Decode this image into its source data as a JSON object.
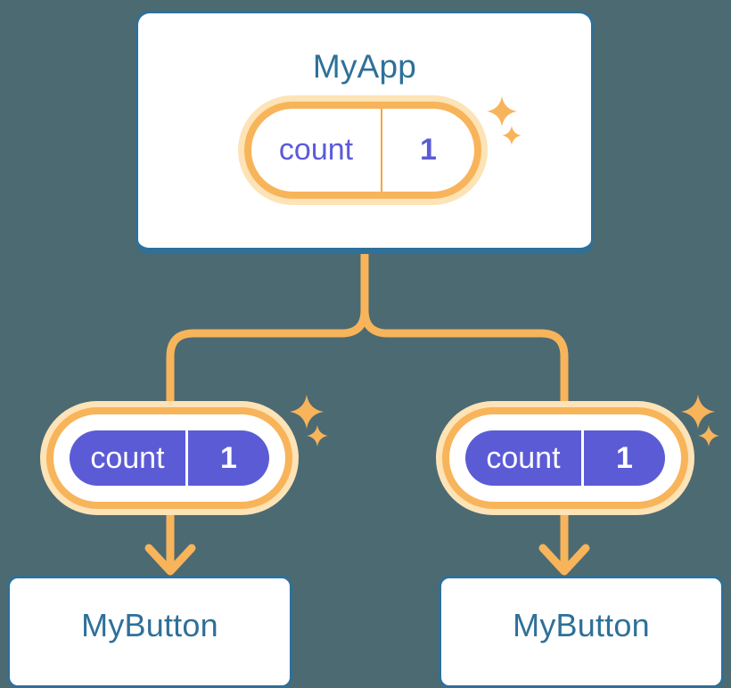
{
  "background_color": "#4c6a72",
  "palette": {
    "card_border_blue": "#2e7099",
    "card_fill": "#ffffff",
    "title_blue": "#2e7099",
    "pill_ring_orange": "#f8b45a",
    "pill_halo_orange": "#fde3b6",
    "pill_divider_orange": "#f3a93f",
    "pill_fill_indigo": "#5c5bd6",
    "value_text_indigo": "#5c5bd6",
    "connector_orange": "#f8b45a",
    "sparkle_orange": "#f8b45a"
  },
  "diagram": {
    "type": "component-tree",
    "root": {
      "name": "app-card",
      "title": "MyApp",
      "state_pill": {
        "key": "count",
        "value": "1",
        "style": "outlined"
      },
      "sparkles": 2
    },
    "children": [
      {
        "name": "branch-left",
        "state_pill": {
          "key": "count",
          "value": "1",
          "style": "filled"
        },
        "sparkles": 2,
        "card": {
          "name": "btn-card-left",
          "title": "MyButton"
        }
      },
      {
        "name": "branch-right",
        "state_pill": {
          "key": "count",
          "value": "1",
          "style": "filled"
        },
        "sparkles": 2,
        "card": {
          "name": "btn-card-right",
          "title": "MyButton"
        }
      }
    ]
  }
}
